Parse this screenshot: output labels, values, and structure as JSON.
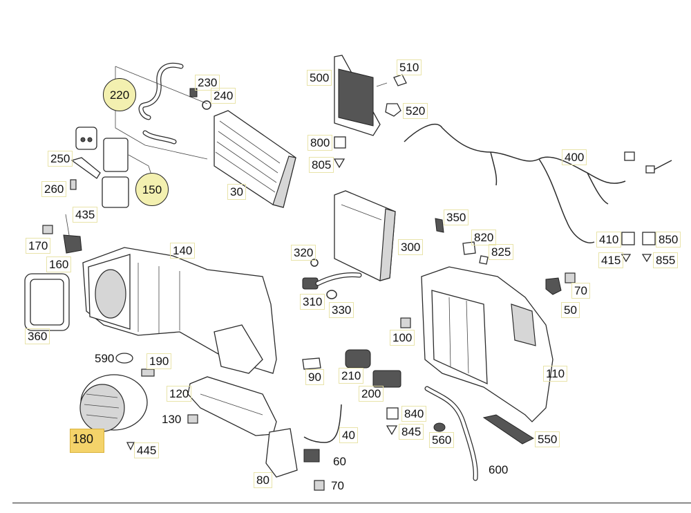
{
  "diagram": {
    "title": "Heater / air-conditioning unit – exploded parts view",
    "highlighted_part": "180",
    "labels": {
      "p220": "220",
      "p230": "230",
      "p240": "240",
      "p250": "250",
      "p150": "150",
      "p260": "260",
      "p30": "30",
      "p500": "500",
      "p510": "510",
      "p520": "520",
      "p800": "800",
      "p805": "805",
      "p400": "400",
      "p435": "435",
      "p170": "170",
      "p160": "160",
      "p140": "140",
      "p300": "300",
      "p320": "320",
      "p310": "310",
      "p330": "330",
      "p350": "350",
      "p820": "820",
      "p825": "825",
      "p410": "410",
      "p850": "850",
      "p415": "415",
      "p855": "855",
      "p70a": "70",
      "p50": "50",
      "p360": "360",
      "p100": "100",
      "p590": "590",
      "p190": "190",
      "p90": "90",
      "p210": "210",
      "p110": "110",
      "p200": "200",
      "p120": "120",
      "p130": "130",
      "p840": "840",
      "p845": "845",
      "p560": "560",
      "p550": "550",
      "p180": "180",
      "p445": "445",
      "p40": "40",
      "p60": "60",
      "p80": "80",
      "p70b": "70",
      "p600": "600"
    }
  }
}
